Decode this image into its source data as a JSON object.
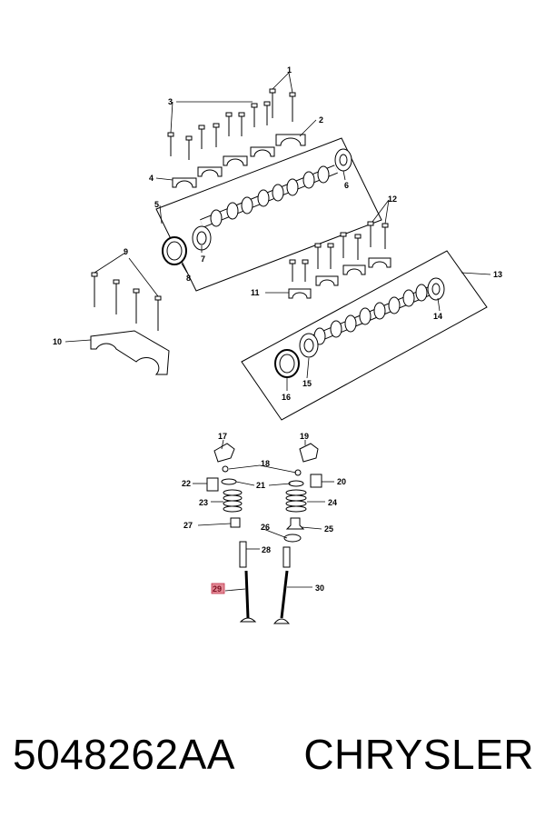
{
  "callouts": {
    "c1": "1",
    "c2": "2",
    "c3": "3",
    "c4": "4",
    "c5": "5",
    "c6": "6",
    "c7": "7",
    "c8": "8",
    "c9": "9",
    "c10": "10",
    "c11": "11",
    "c12": "12",
    "c13": "13",
    "c14": "14",
    "c15": "15",
    "c16": "16",
    "c17": "17",
    "c18": "18",
    "c19": "19",
    "c20": "20",
    "c21": "21",
    "c22": "22",
    "c23": "23",
    "c24": "24",
    "c25": "25",
    "c26": "26",
    "c27": "27",
    "c28": "28",
    "c29": "29",
    "c30": "30"
  },
  "highlighted_callout": "29",
  "highlight_color": "#e38a96",
  "footer": {
    "part_number": "5048262AA",
    "brand": "CHRYSLER"
  }
}
